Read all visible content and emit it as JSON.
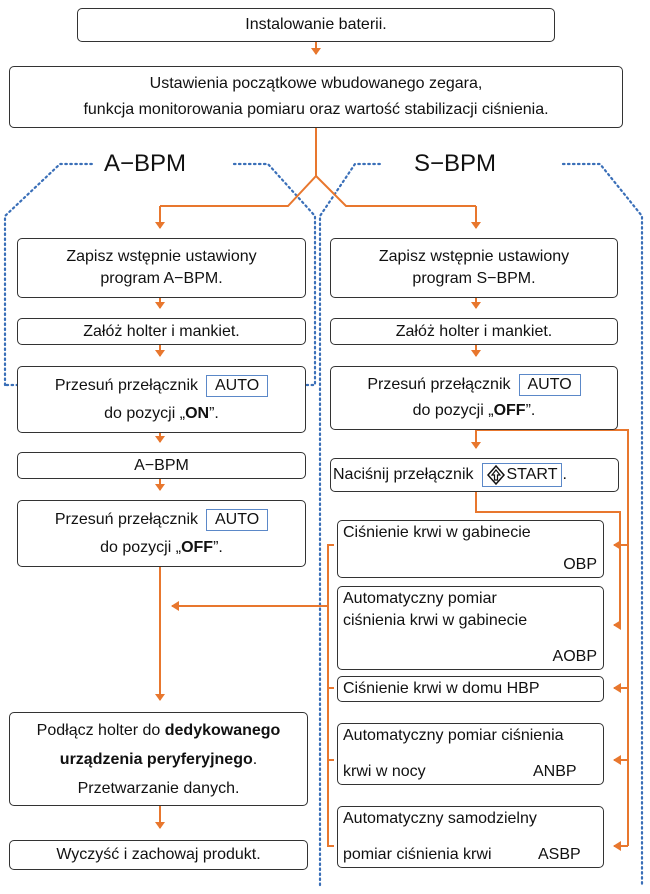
{
  "colors": {
    "arrow": "#e8772e",
    "zone": "#3a6fb8",
    "box_border": "#333333",
    "auto_border": "#5b88c8"
  },
  "steps": {
    "install": "Instalowanie baterii.",
    "settings_1": "Ustawienia początkowe wbudowanego zegara,",
    "settings_2": "funkcja monitorowania pomiaru oraz wartość stabilizacji ciśnienia."
  },
  "abpm": {
    "title": "A−BPM",
    "save_1": "Zapisz wstępnie ustawiony",
    "save_2": "program A−BPM.",
    "attach": "Załóż holter i mankiet.",
    "switch1_a": "Przesuń przełącznik",
    "switch1_key": "AUTO",
    "switch1_b": "do pozycji „",
    "switch1_state": "ON",
    "switch1_c": "”.",
    "mode": "A−BPM",
    "switch2_a": "Przesuń przełącznik",
    "switch2_key": "AUTO",
    "switch2_b": "do pozycji „",
    "switch2_state": "OFF",
    "switch2_c": "”."
  },
  "sbpm": {
    "title": "S−BPM",
    "save_1": "Zapisz wstępnie ustawiony",
    "save_2": "program S−BPM.",
    "attach": "Załóż holter i mankiet.",
    "switch_a": "Przesuń przełącznik",
    "switch_key": "AUTO",
    "switch_b": "do pozycji „",
    "switch_state": "OFF",
    "switch_c": "”.",
    "start_a": "Naciśnij przełącznik",
    "start_icon": "diamond-arrow-icon",
    "start_key": "START",
    "start_c": ".",
    "obp_1": "Ciśnienie krwi w gabinecie",
    "obp_2": "OBP",
    "aobp_1": "Automatyczny pomiar",
    "aobp_2": "ciśnienia krwi w gabinecie",
    "aobp_3": "AOBP",
    "hbp": "Ciśnienie krwi w domu HBP",
    "anbp_1": "Automatyczny pomiar ciśnienia",
    "anbp_2": "krwi w nocy",
    "anbp_3": "ANBP",
    "asbp_1": "Automatyczny samodzielny",
    "asbp_2": "pomiar ciśnienia krwi",
    "asbp_3": "ASBP"
  },
  "final": {
    "connect_1": "Podłącz holter do ",
    "connect_bold_1": "dedykowanego",
    "connect_bold_2": "urządzenia peryferyjnego",
    "connect_2": ".",
    "connect_3": "Przetwarzanie danych.",
    "clean": "Wyczyść i zachowaj produkt."
  }
}
